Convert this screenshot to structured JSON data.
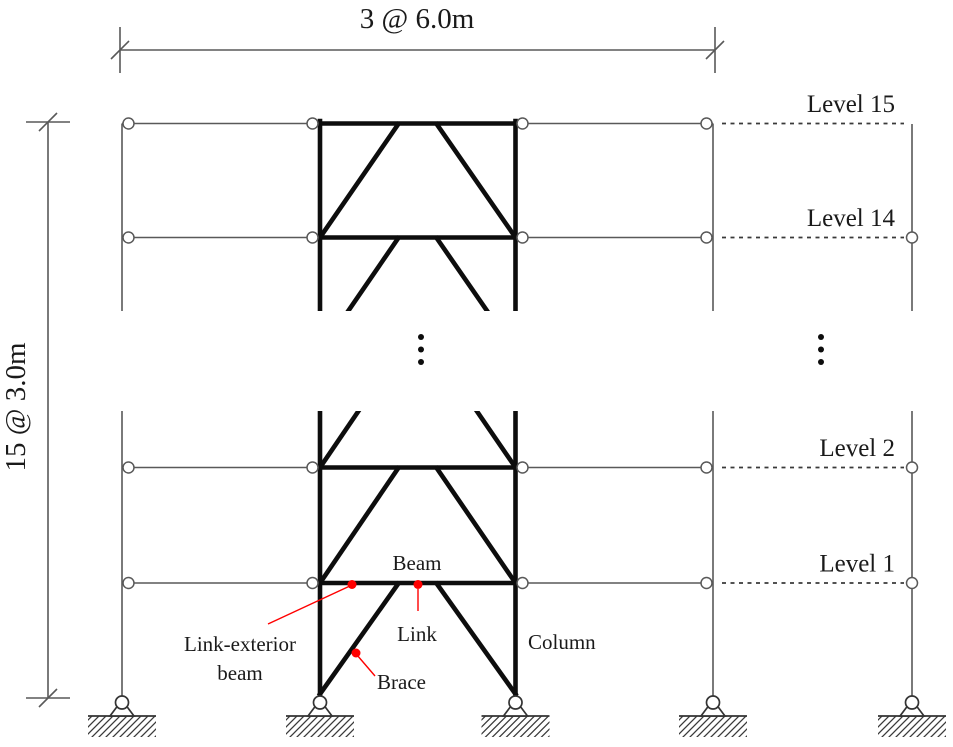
{
  "figure": {
    "type": "braced-frame-elevation-diagram",
    "dimensions": {
      "top": "3 @ 6.0m",
      "left": "15 @ 3.0m"
    },
    "levels": [
      {
        "label": "Level 15"
      },
      {
        "label": "Level 14"
      },
      {
        "label": "Level 2"
      },
      {
        "label": "Level 1"
      }
    ],
    "annotations": {
      "beam": "Beam",
      "link_exterior": {
        "line1": "Link-exterior",
        "line2": "beam"
      },
      "link": "Link",
      "brace": "Brace",
      "column": "Column"
    },
    "continuation_symbol": "vertical-ellipsis",
    "colors": {
      "member": "#0d0d0d",
      "frame": "#595959",
      "dashed": "#3a3a3a",
      "annotation": "#ff0000",
      "text": "#1a1a1a"
    }
  }
}
